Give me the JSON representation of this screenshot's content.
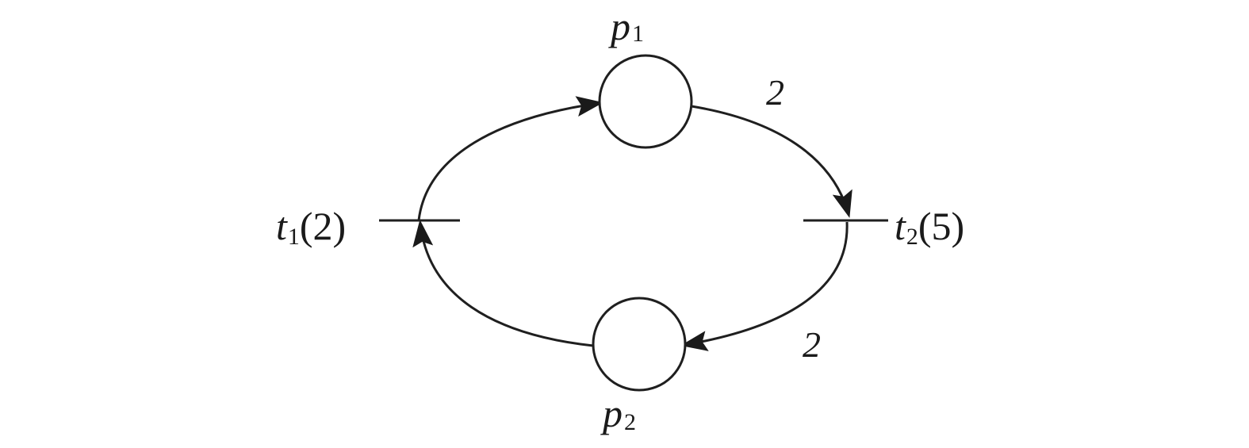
{
  "places": {
    "p1": {
      "name": "p",
      "index": "1"
    },
    "p2": {
      "name": "p",
      "index": "2"
    }
  },
  "transitions": {
    "t1": {
      "name": "t",
      "index": "1",
      "param": "(2)"
    },
    "t2": {
      "name": "t",
      "index": "2",
      "param": "(5)"
    }
  },
  "arcs": {
    "p1_to_t2_weight": "2",
    "t2_to_p2_weight": "2"
  }
}
